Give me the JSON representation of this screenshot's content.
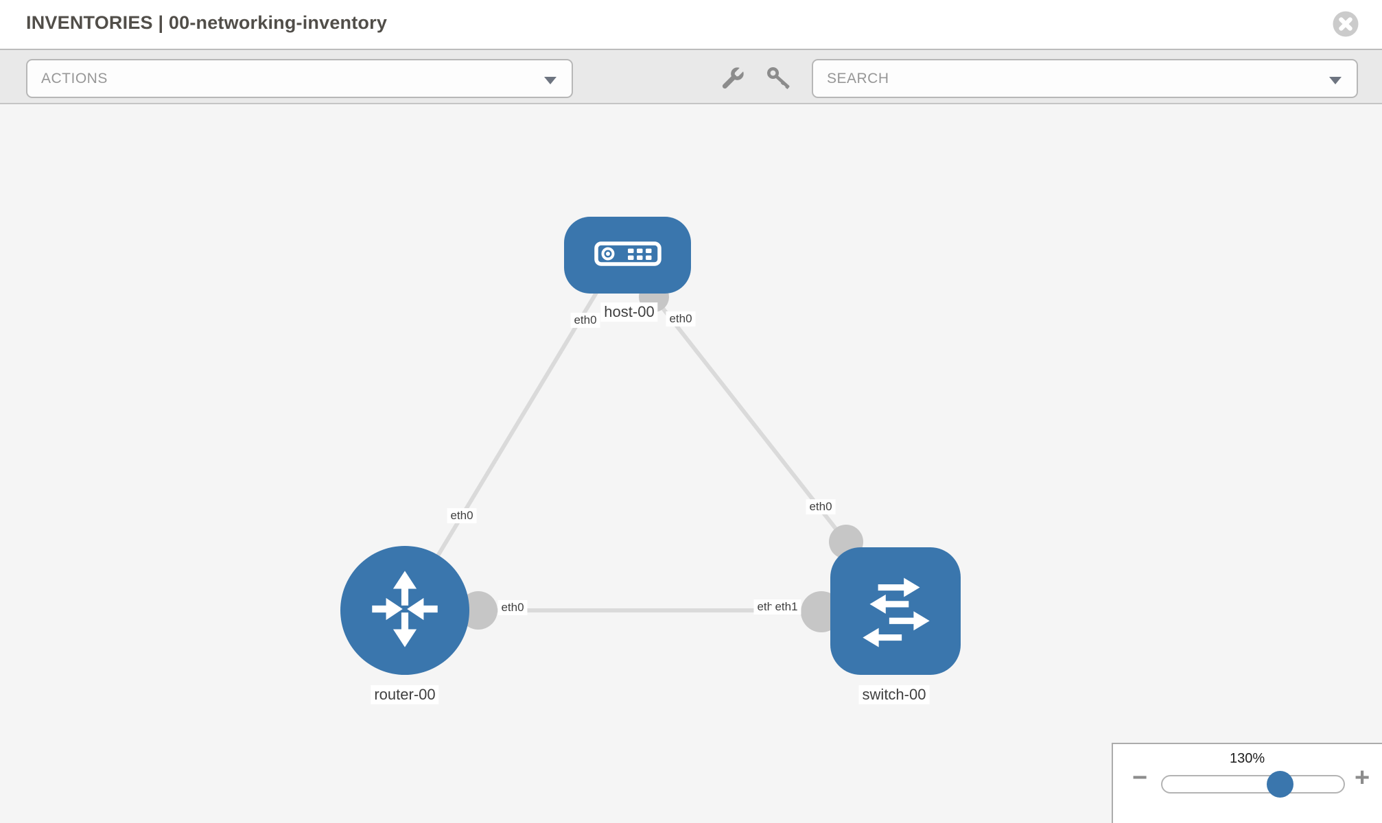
{
  "header": {
    "title": "INVENTORIES | 00-networking-inventory"
  },
  "toolbar": {
    "actions_placeholder": "ACTIONS",
    "search_placeholder": "SEARCH"
  },
  "topology": {
    "nodes": [
      {
        "id": "host-00",
        "label": "host-00",
        "type": "host"
      },
      {
        "id": "router-00",
        "label": "router-00",
        "type": "router"
      },
      {
        "id": "switch-00",
        "label": "switch-00",
        "type": "switch"
      }
    ],
    "links": [
      {
        "from": "host-00",
        "to": "router-00",
        "from_if": "eth0",
        "to_if": "eth0"
      },
      {
        "from": "host-00",
        "to": "switch-00",
        "from_if": "eth0",
        "to_if": "eth0"
      },
      {
        "from": "router-00",
        "to": "switch-00",
        "from_if": "eth0",
        "to_if": "eth1",
        "to_if_hidden": "eth0"
      }
    ]
  },
  "zoom_control": {
    "level": "130%",
    "minus_glyph": "−",
    "plus_glyph": "+"
  },
  "colors": {
    "node_blue": "#3a76ad",
    "link_gray": "#dadada",
    "port_gray": "#c6c6c6",
    "toolbar_gray": "#e9e9e9"
  }
}
